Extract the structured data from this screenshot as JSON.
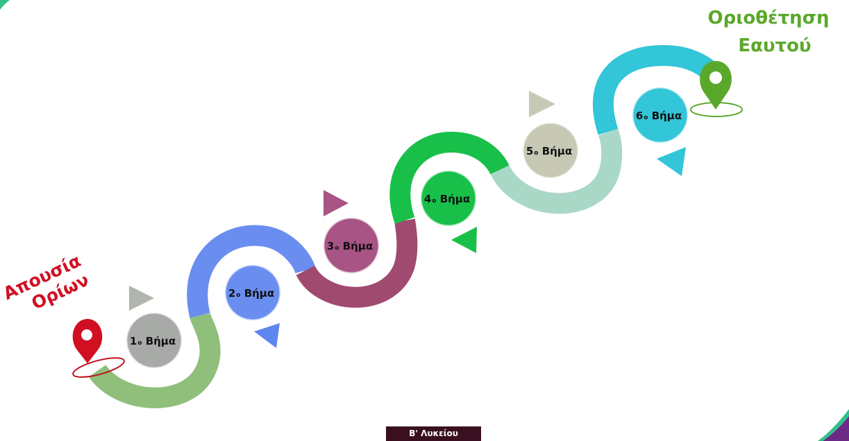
{
  "start": {
    "lines": [
      "Απουσία",
      "Ορίων"
    ],
    "color": "#d01022"
  },
  "end": {
    "lines": [
      "Οριοθέτηση",
      "Εαυτού"
    ],
    "color": "#5aa82a"
  },
  "steps": [
    {
      "num": "1",
      "suffix": "ο",
      "word": "Βήμα",
      "color": "#a8aaa8",
      "road": "#8fbf7a",
      "arrow": "#b0b5ad"
    },
    {
      "num": "2",
      "suffix": "ο",
      "word": "Βήμα",
      "color": "#6a8ef0",
      "road": "#6a8ef0",
      "arrow": "#5f86ee"
    },
    {
      "num": "3",
      "suffix": "ο",
      "word": "Βήμα",
      "color": "#a85485",
      "road": "#a04a70",
      "arrow": "#a85485"
    },
    {
      "num": "4",
      "suffix": "ο",
      "word": "Βήμα",
      "color": "#18c04a",
      "road": "#a04a70",
      "arrow": "#18c04a"
    },
    {
      "num": "5",
      "suffix": "ο",
      "word": "Βήμα",
      "color": "#c7c9b4",
      "road": "#a9d8c6",
      "arrow": "#c7c9b4"
    },
    {
      "num": "6",
      "suffix": "ο",
      "word": "Βήμα",
      "color": "#33c5d8",
      "road": "#9fd9c4",
      "arrow": "#33c5d8"
    }
  ],
  "footer": {
    "label": "Β' Λυκείου"
  },
  "corner_colors": {
    "left": "#33c08a",
    "right": "#6b2a86"
  }
}
